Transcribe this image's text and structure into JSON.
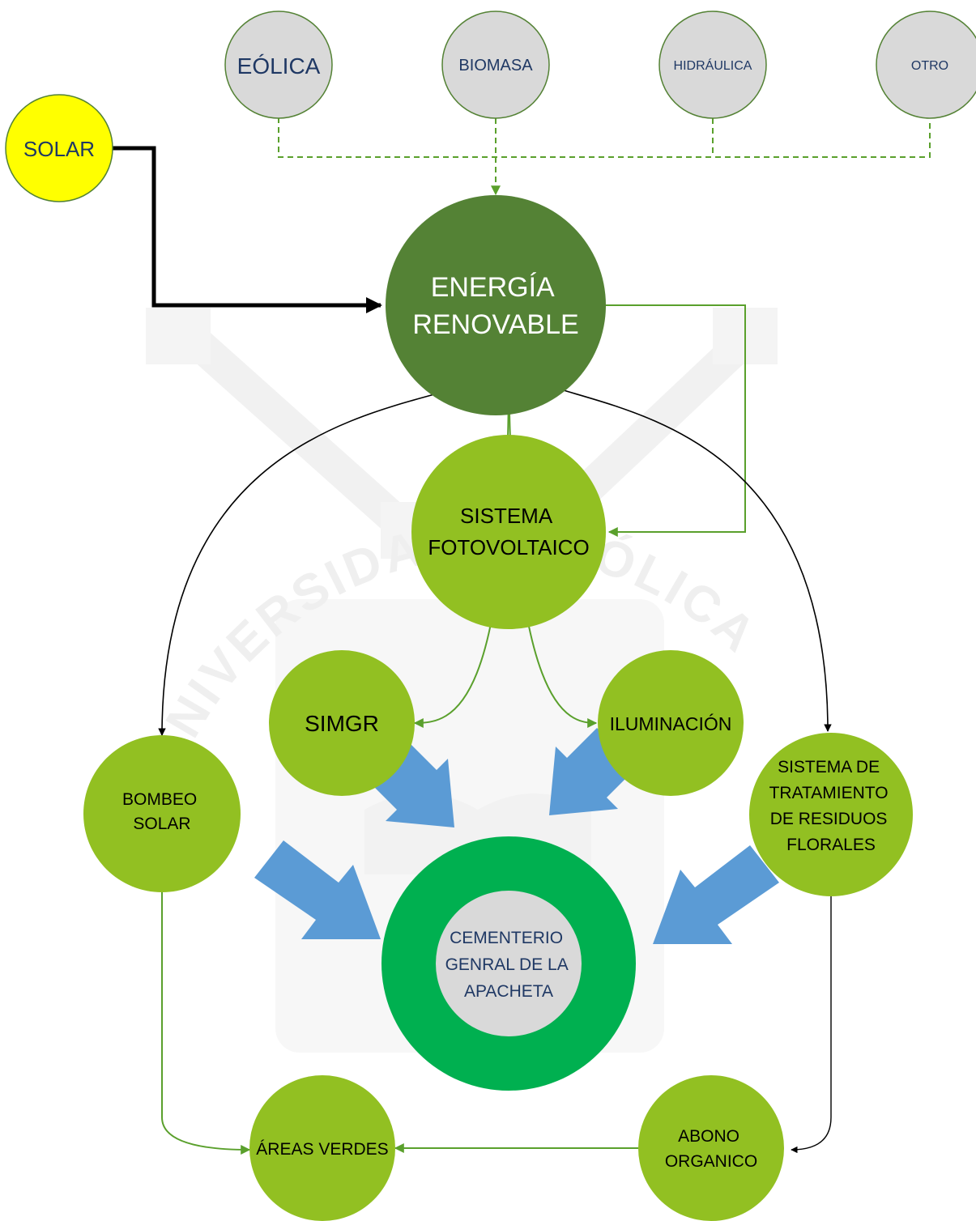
{
  "nodes": {
    "solar": {
      "label": "SOLAR"
    },
    "eolica": {
      "label": "EÓLICA"
    },
    "biomasa": {
      "label": "BIOMASA"
    },
    "hidraulica": {
      "label": "HIDRÁULICA"
    },
    "otro": {
      "label": "OTRO"
    },
    "energia_renovable": {
      "lines": [
        "ENERGÍA",
        "RENOVABLE"
      ]
    },
    "sistema_fotovoltaico": {
      "lines": [
        "SISTEMA",
        "FOTOVOLTAICO"
      ]
    },
    "simgr": {
      "label": "SIMGR"
    },
    "iluminacion": {
      "label": "ILUMINACIÓN"
    },
    "bombeo_solar": {
      "lines": [
        "BOMBEO",
        "SOLAR"
      ]
    },
    "sistema_tratamiento": {
      "lines": [
        "SISTEMA DE",
        "TRATAMIENTO",
        "DE RESIDUOS",
        "FLORALES"
      ]
    },
    "cementerio": {
      "lines": [
        "CEMENTERIO",
        "GENRAL DE LA",
        "APACHETA"
      ]
    },
    "areas_verdes": {
      "label": "ÁREAS VERDES"
    },
    "abono_organico": {
      "lines": [
        "ABONO",
        "ORGANICO"
      ]
    }
  },
  "watermark": {
    "arc_text": "UNIVERSIDAD CATÓLICA DE SANTA MARÍA"
  },
  "colors": {
    "solar_fill": "#ffff00",
    "source_fill": "#d9d9d9",
    "source_stroke": "#548235",
    "source_text": "#1f3864",
    "dark_green": "#548235",
    "light_green": "#92c022",
    "ring_green": "#00b050",
    "arrow_blue": "#5b9bd5",
    "connector_green": "#5aa02c",
    "connector_black": "#000000",
    "watermark_gray": "#e6e6e6"
  }
}
